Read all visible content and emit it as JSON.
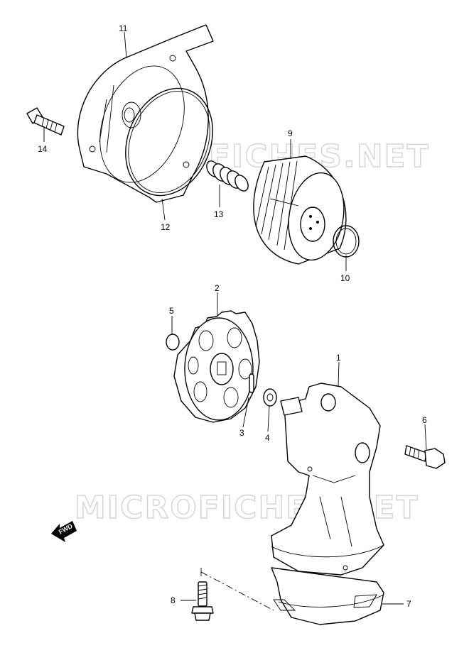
{
  "watermark": {
    "text": "MICROFICHES.NET"
  },
  "fwd_label": "FWD",
  "parts": {
    "p1": "1",
    "p2": "2",
    "p3": "3",
    "p4": "4",
    "p5": "5",
    "p6": "6",
    "p7": "7",
    "p8": "8",
    "p9": "9",
    "p10": "10",
    "p11": "11",
    "p12": "12",
    "p13": "13",
    "p14": "14"
  }
}
